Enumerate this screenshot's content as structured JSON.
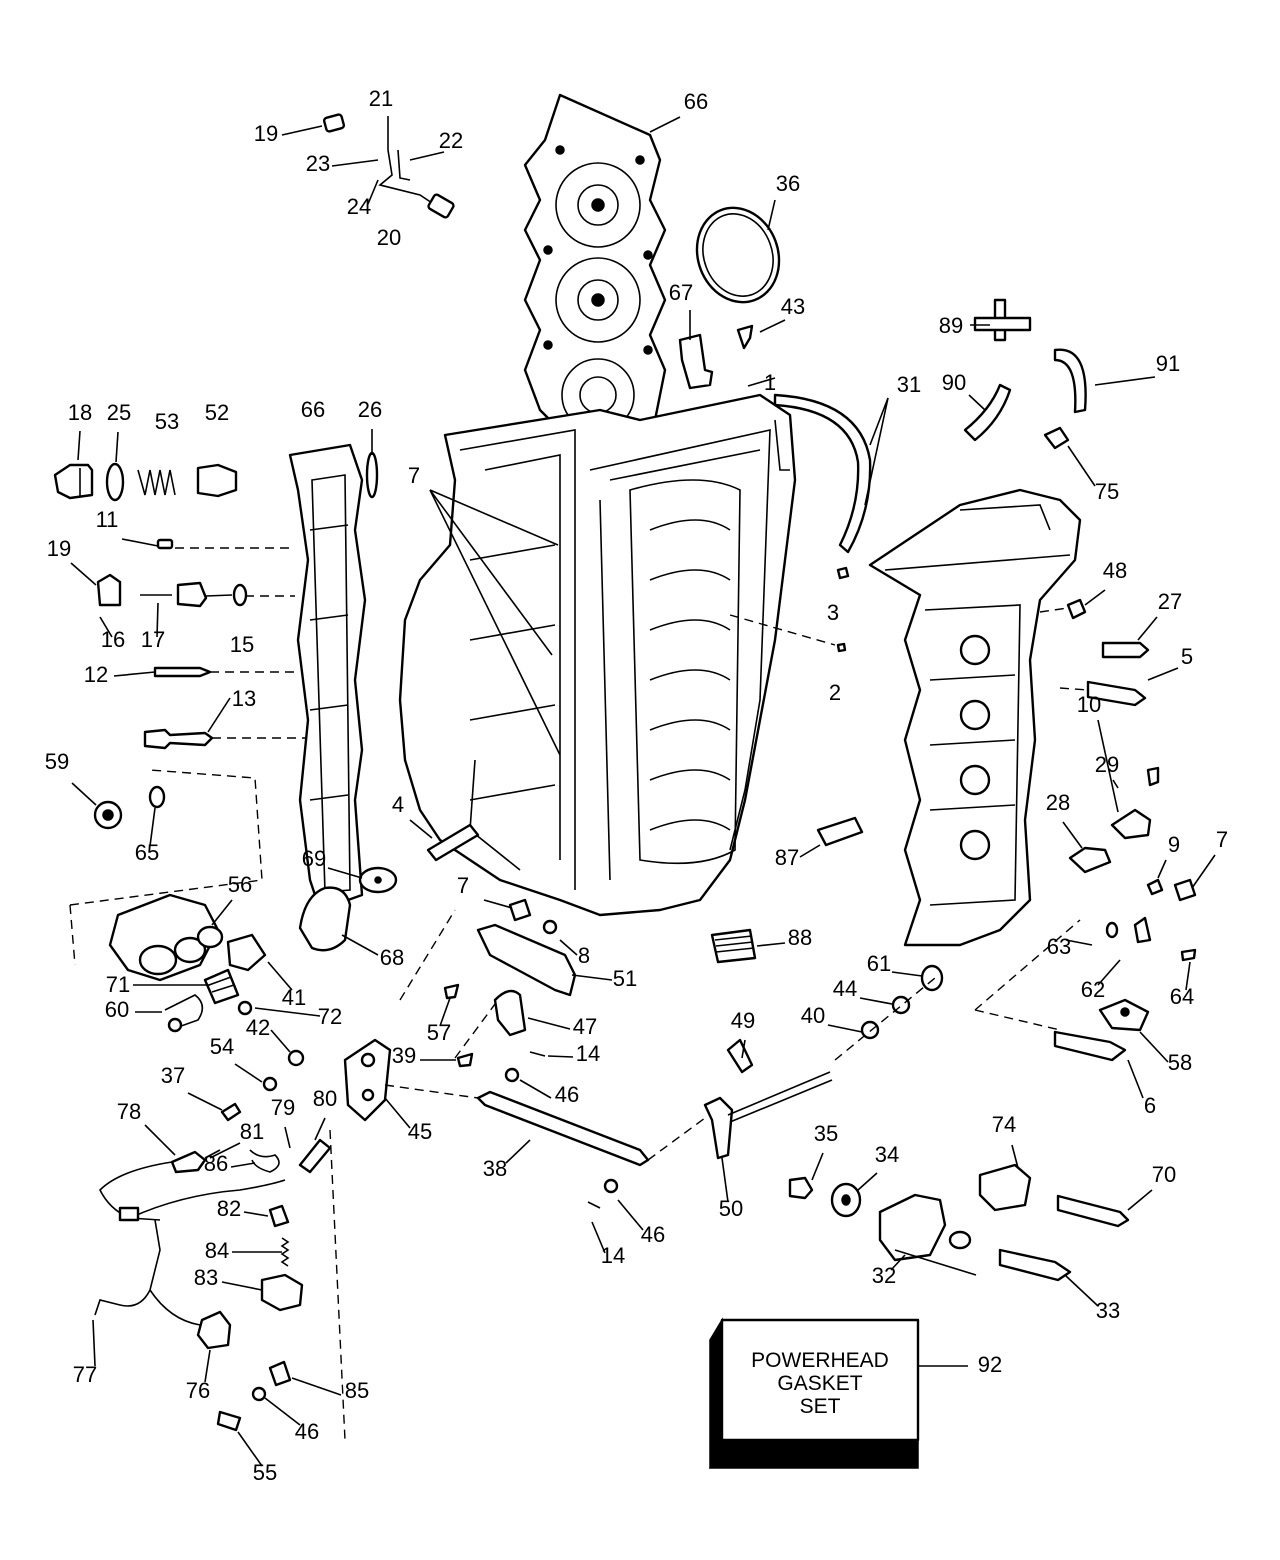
{
  "callouts": [
    "1",
    "2",
    "3",
    "4",
    "5",
    "6",
    "7",
    "7",
    "7",
    "8",
    "9",
    "10",
    "11",
    "12",
    "13",
    "14",
    "14",
    "15",
    "16",
    "17",
    "18",
    "19",
    "19",
    "20",
    "21",
    "22",
    "23",
    "24",
    "25",
    "26",
    "27",
    "28",
    "29",
    "31",
    "32",
    "33",
    "34",
    "35",
    "36",
    "37",
    "38",
    "39",
    "40",
    "41",
    "42",
    "43",
    "44",
    "45",
    "46",
    "46",
    "46",
    "47",
    "48",
    "49",
    "50",
    "51",
    "52",
    "53",
    "54",
    "55",
    "56",
    "57",
    "58",
    "59",
    "60",
    "61",
    "62",
    "63",
    "64",
    "65",
    "66",
    "66",
    "67",
    "68",
    "69",
    "70",
    "71",
    "72",
    "74",
    "75",
    "76",
    "77",
    "78",
    "79",
    "80",
    "81",
    "82",
    "83",
    "84",
    "85",
    "86",
    "87",
    "88",
    "89",
    "90",
    "91",
    "92"
  ],
  "gasket_box": {
    "line1": "POWERHEAD",
    "line2": "GASKET",
    "line3": "SET",
    "callout": "92"
  }
}
